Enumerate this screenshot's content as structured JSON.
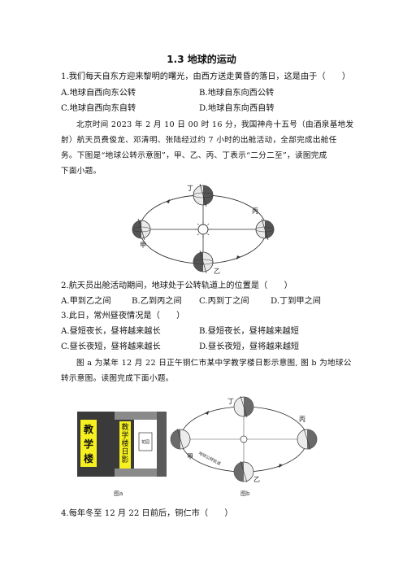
{
  "title": "1.3 地球的运动",
  "q1": {
    "stem": "1.我们每天自东方迎来黎明的曙光，由西方送走黄昏的落日，这是由于（　　）",
    "opt_a": "A.地球自西向东公转",
    "opt_b": "B.地球自东向西公转",
    "opt_c": "C.地球自西向东自转",
    "opt_d": "D.地球自东向西自转"
  },
  "passage1": {
    "line1": "北京时间 2023 年 2 月 10 日 00 时 16 分，我国神舟十五号（由酒泉基地发",
    "line2": "射）航天员费俊龙、邓清明、张陆经过约 7 小时的出舱活动，全部完成出舱任",
    "line3": "务。下图是“地球公转示意图”，甲、乙、丙、丁表示“二分二至”，读图完成",
    "line4": "下面小题。"
  },
  "fig1_labels": {
    "ding": "丁",
    "bing": "丙",
    "jia": "甲",
    "yi": "乙"
  },
  "q2": {
    "stem": "2.航天员出舱活动期间，地球处于公转轨道上的位置是（　　）",
    "opt_a": "A.甲到乙之间",
    "opt_b": "B.乙到丙之间",
    "opt_c": "C.丙到丁之间",
    "opt_d": "D.丁到甲之间"
  },
  "q3": {
    "stem": "3.此日，常州昼夜情况是（　　）",
    "opt_a": "A.昼短夜长，昼将越来越长",
    "opt_b": "B.昼短夜长，昼将越来越短",
    "opt_c": "C.昼长夜短，昼将越来越长",
    "opt_d": "D.昼长夜短，昼将越来越短"
  },
  "passage2": {
    "line1": "图 a 为某年 12 月 22 日正午铜仁市某中学教学楼日影示意图, 图 b 为地球公",
    "line2": "转示意图。读图完成下面小题。"
  },
  "fig_a": {
    "building": [
      "教",
      "学",
      "楼"
    ],
    "shadow": [
      "教",
      "学",
      "楼",
      "日",
      "影"
    ],
    "garden": "花园",
    "caption": "图a"
  },
  "fig_b": {
    "labels": {
      "ding": "丁",
      "bing": "丙",
      "jia": "甲",
      "yi": "乙"
    },
    "orbit_text": "地球公转轨道",
    "caption": "图b"
  },
  "q4": {
    "stem": "4.每年冬至 12 月 22 日前后，铜仁市（　　）"
  }
}
